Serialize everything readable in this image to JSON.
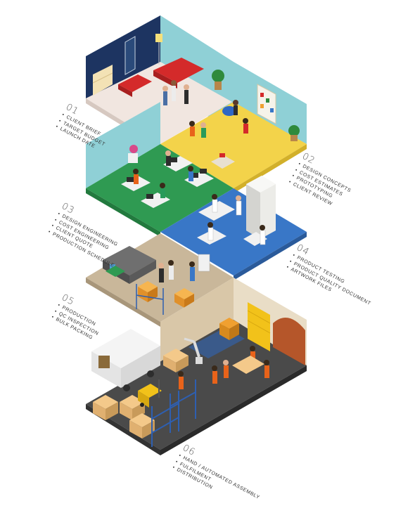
{
  "stages": [
    {
      "number": "01",
      "items": [
        "CLIENT BRIEF",
        "TARGET BUDGET",
        "LAUNCH DATE"
      ]
    },
    {
      "number": "02",
      "items": [
        "DESIGN CONCEPTS",
        "COST ESTIMATES",
        "PROTOTYPING",
        "CLIENT REVIEW"
      ]
    },
    {
      "number": "03",
      "items": [
        "DESIGN ENGINEERING",
        "COST ENGINEERING",
        "CLIENT QUOTE",
        "PRODUCTION SCHEDULE"
      ]
    },
    {
      "number": "04",
      "items": [
        "PRODUCT TESTING",
        "PRODUCT QUALITY DOCUMENT",
        "ARTWORK FILES"
      ]
    },
    {
      "number": "05",
      "items": [
        "PRODUCTION",
        "QC INSPECTION",
        "BULK PACKING"
      ]
    },
    {
      "number": "06",
      "items": [
        "HAND / AUTOMATED ASSEMBLY",
        "FULFILMENT",
        "DISTRIBUTION"
      ]
    }
  ],
  "colors": {
    "stage01_floor": "#f1e6e0",
    "stage01_wall_left": "#1d3461",
    "stage01_wall_right": "#8fd0d6",
    "stage02_floor": "#f3d34a",
    "stage02_wall": "#8fd0d6",
    "stage03_floor": "#2f9a52",
    "stage03_wall": "#8fd0d6",
    "stage04_floor": "#3977c7",
    "stage05_floor": "#c9b79a",
    "stage06_floor": "#4a4a4a",
    "stage06_wall": "#d9c7a8",
    "sofa": "#d42a2a",
    "worker_vest": "#e8631a",
    "crate": "#f0a030",
    "rack": "#2e5fb0",
    "forklift": "#f2c21a"
  },
  "icons": [
    "sofa-icon",
    "plant-icon",
    "person-icon",
    "desk-icon",
    "monitor-icon",
    "lab-cabinet-icon",
    "printing-machine-icon",
    "crate-icon",
    "rack-icon",
    "conveyor-icon",
    "robot-arm-icon",
    "van-icon",
    "forklift-icon",
    "roller-door-icon"
  ]
}
